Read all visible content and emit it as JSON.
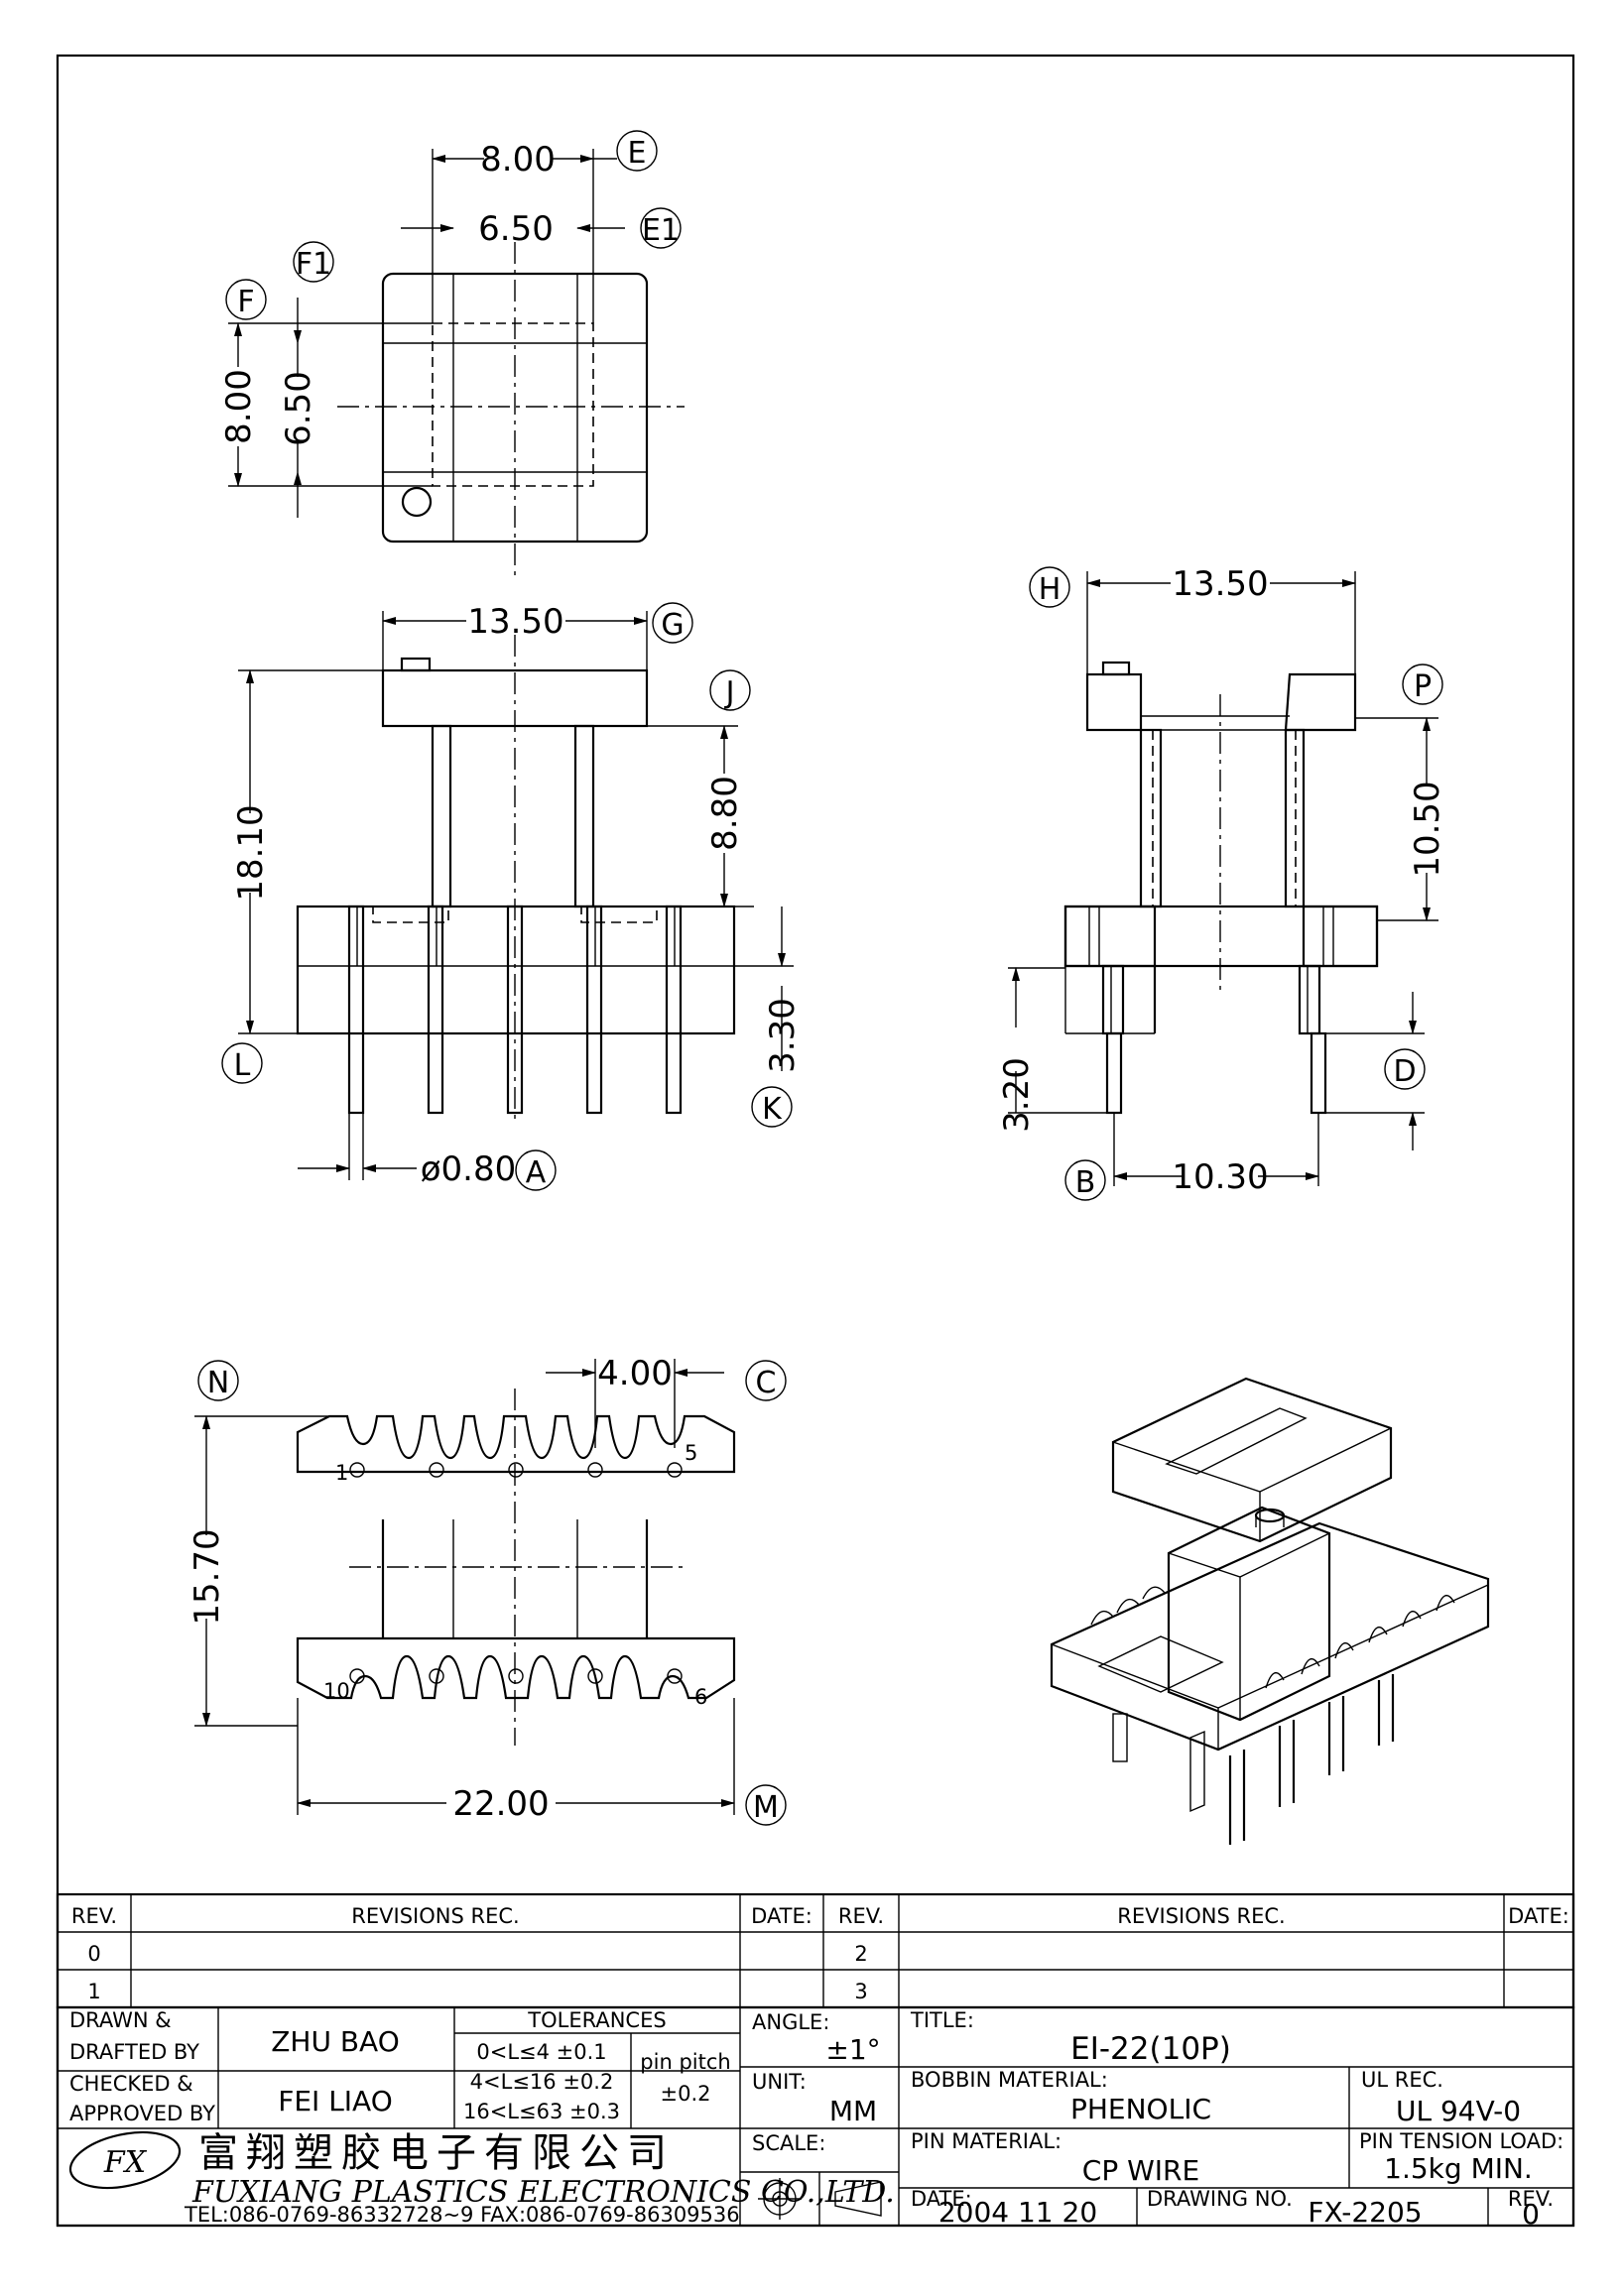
{
  "dims": {
    "top_e": "8.00",
    "top_e1": "6.50",
    "top_f": "8.00",
    "top_f1": "6.50",
    "front_g": "13.50",
    "front_h": "18.10",
    "front_j": "8.80",
    "front_k": "3.30",
    "pin_dia": "ø0.80",
    "side_h": "13.50",
    "side_p": "10.50",
    "side_b": "3.20",
    "side_pitch": "10.30",
    "bottom_c": "4.00",
    "bottom_n": "15.70",
    "bottom_m": "22.00"
  },
  "callouts": {
    "E": "E",
    "E1": "E1",
    "F": "F",
    "F1": "F1",
    "G": "G",
    "J": "J",
    "L": "L",
    "K": "K",
    "A": "A",
    "H": "H",
    "P": "P",
    "B": "B",
    "D": "D",
    "N": "N",
    "C": "C",
    "M": "M"
  },
  "pins": {
    "p1": "1",
    "p5": "5",
    "p10": "10",
    "p6": "6"
  },
  "revisions": {
    "rev_hdr": "REV.",
    "rec_hdr": "REVISIONS   REC.",
    "date_hdr": "DATE:",
    "rows_left": [
      "0",
      "1"
    ],
    "rows_right": [
      "2",
      "3"
    ]
  },
  "titleblock": {
    "drawn_l1": "DRAWN &",
    "drawn_l2": "DRAFTED BY",
    "drawn_name": "ZHU BAO",
    "checked_l1": "CHECKED &",
    "checked_l2": "APPROVED BY",
    "checked_name": "FEI LIAO",
    "tol_hdr": "TOLERANCES",
    "tol1": "0<L≤4   ±0.1",
    "tol2": "4<L≤16  ±0.2",
    "tol3": "16<L≤63  ±0.3",
    "pitch_l1": "pin pitch",
    "pitch_l2": "±0.2",
    "angle_lbl": "ANGLE:",
    "angle_val": "±1°",
    "unit_lbl": "UNIT:",
    "unit_val": "MM",
    "scale_lbl": "SCALE:",
    "title_lbl": "TITLE:",
    "title_val": "EI-22(10P)",
    "bobbin_lbl": "BOBBIN MATERIAL:",
    "bobbin_val": "PHENOLIC",
    "ul_lbl": "UL REC.",
    "ul_val": "UL 94V-0",
    "pinmat_lbl": "PIN MATERIAL:",
    "pinmat_val": "CP WIRE",
    "tension_lbl": "PIN TENSION LOAD:",
    "tension_val": "1.5kg MIN.",
    "date_lbl": "DATE:",
    "date_val": "2004  11  20",
    "drawno_lbl": "DRAWING NO.",
    "drawno_val": "FX-2205",
    "rev_lbl": "REV.",
    "rev_val": "0",
    "company_cn": "富翔塑胶电子有限公司",
    "company_en": "FUXIANG PLASTICS ELECTRONICS CO.,LTD.",
    "company_tel": "TEL:086-0769-86332728~9  FAX:086-0769-86309536",
    "logo": "FX"
  }
}
